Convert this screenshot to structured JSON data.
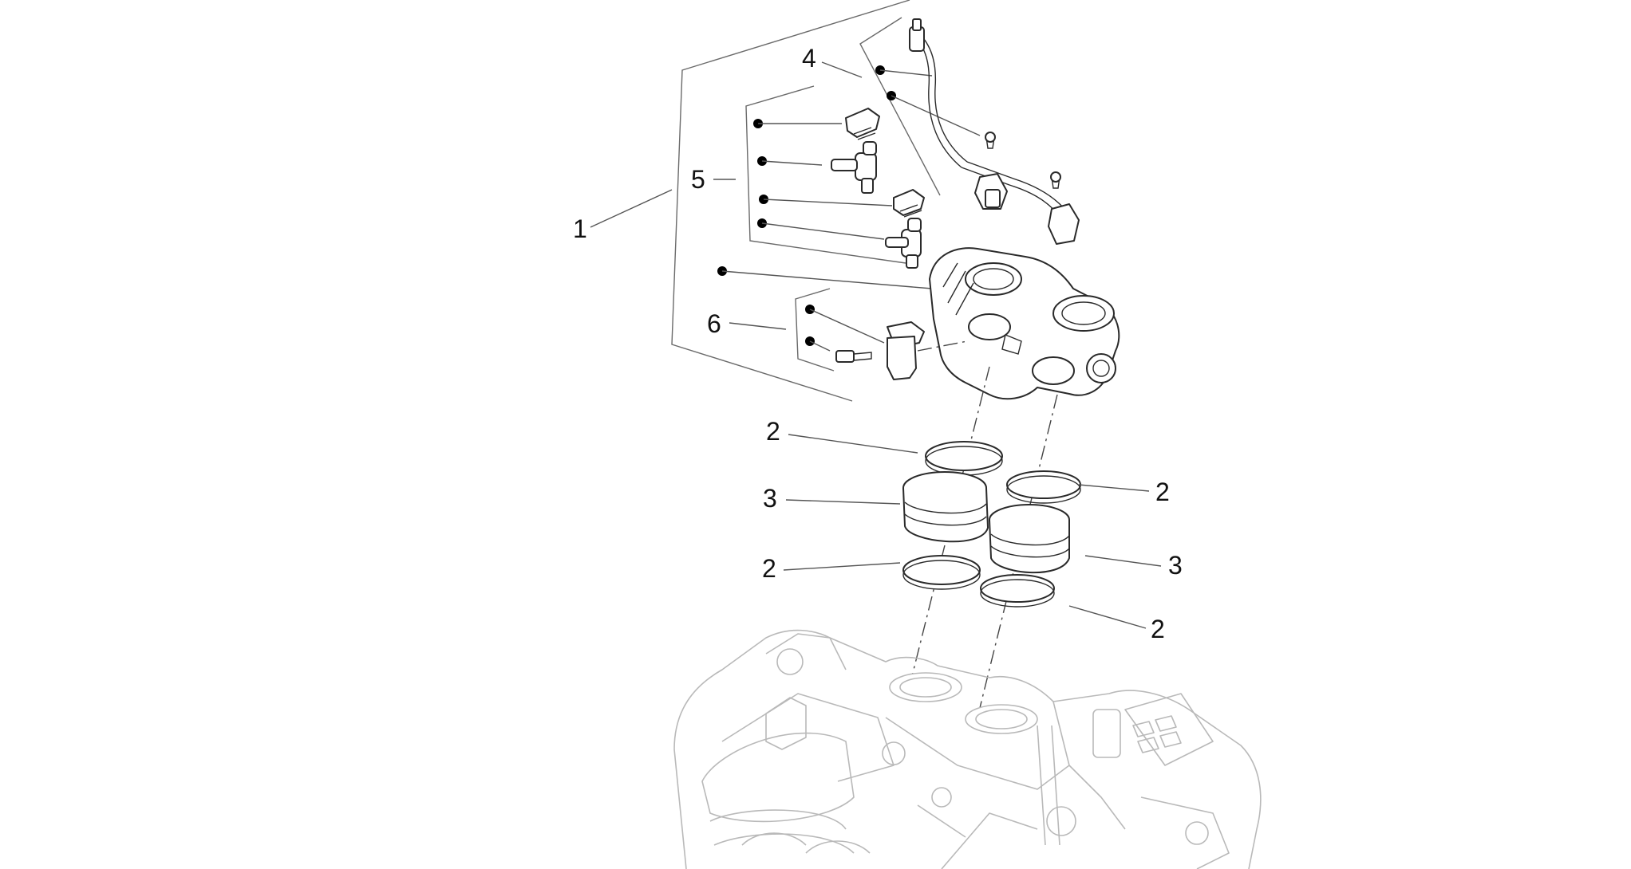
{
  "callouts": {
    "c1": "1",
    "c2a": "2",
    "c2b": "2",
    "c2c": "2",
    "c2d": "2",
    "c3a": "3",
    "c3b": "3",
    "c4": "4",
    "c5": "5",
    "c6": "6"
  },
  "colors": {
    "line": "#2a2a2a",
    "engine": "#b9b9b9",
    "bullet": "#000000"
  }
}
